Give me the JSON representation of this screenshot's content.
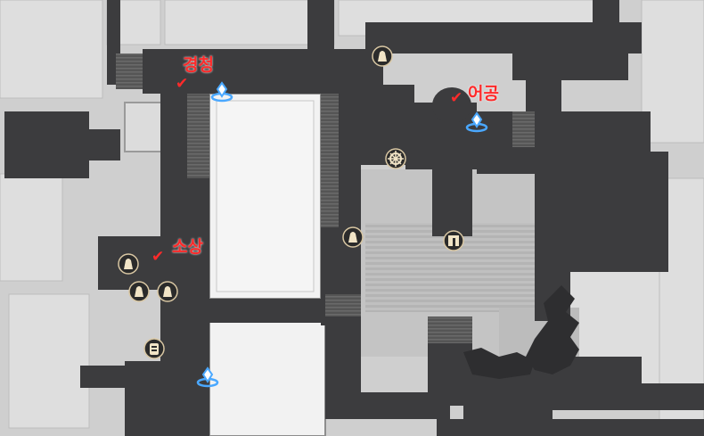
{
  "map": {
    "labels": {
      "gyeongcheong": "경청",
      "eogong": "어공",
      "sosang": "소상"
    },
    "check_mark": "✔",
    "icons": {
      "waypoint": "teleport-waypoint-icon",
      "npc": "npc-bell-icon",
      "domain": "domain-wheel-icon",
      "chest": "chest-icon",
      "door": "door-icon"
    },
    "colors": {
      "walkway": "#3c3c3e",
      "building": "#f0f0f0",
      "ground": "#cfcfcf",
      "label": "#ff2a2a",
      "waypoint": "#4aa8ff"
    }
  }
}
